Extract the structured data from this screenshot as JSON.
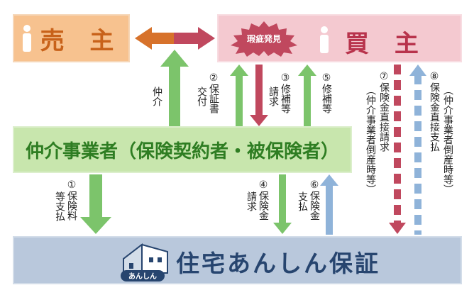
{
  "nodes": {
    "seller": "売 主",
    "buyer": "買 主",
    "defect_badge": "瑕疵発見",
    "agent": "仲介事業者（保険契約者・被保険者）",
    "insurer": "住宅あんしん保証",
    "insurer_logo_text": "あんしん"
  },
  "flows": {
    "mediation": "仲介",
    "cert_num": "②",
    "cert_line1": "保証書",
    "cert_line2": "交付",
    "repair_req_num": "③",
    "repair_req_line1": "修補等",
    "repair_req_line2": "請求",
    "repair_num": "⑤",
    "repair_line1": "修補等",
    "pay_num": "①",
    "pay_line1": "保険料",
    "pay_line2": "等支払",
    "claim_num": "④",
    "claim_line1": "保険金",
    "claim_line2": "請求",
    "payout_num": "⑥",
    "payout_line1": "保険金",
    "payout_line2": "支払",
    "direct_claim_num": "⑦",
    "direct_claim_line1": "保険金直接請求",
    "direct_claim_line2": "（仲介事業者倒産時等）",
    "direct_pay_num": "⑧",
    "direct_pay_line1": "保険金直接支払",
    "direct_pay_line2": "（仲介事業者倒産時等）"
  },
  "colors": {
    "seller_bg": "#f7c28f",
    "buyer_bg": "#f4c9d0",
    "agent_bg": "#c8e6ad",
    "insurer_bg": "#b9c8dc",
    "green_arrow": "#7cc46b",
    "red_arrow": "#c0485e",
    "blue_arrow": "#8fb3d9",
    "orange_arrow": "#d7722b"
  }
}
